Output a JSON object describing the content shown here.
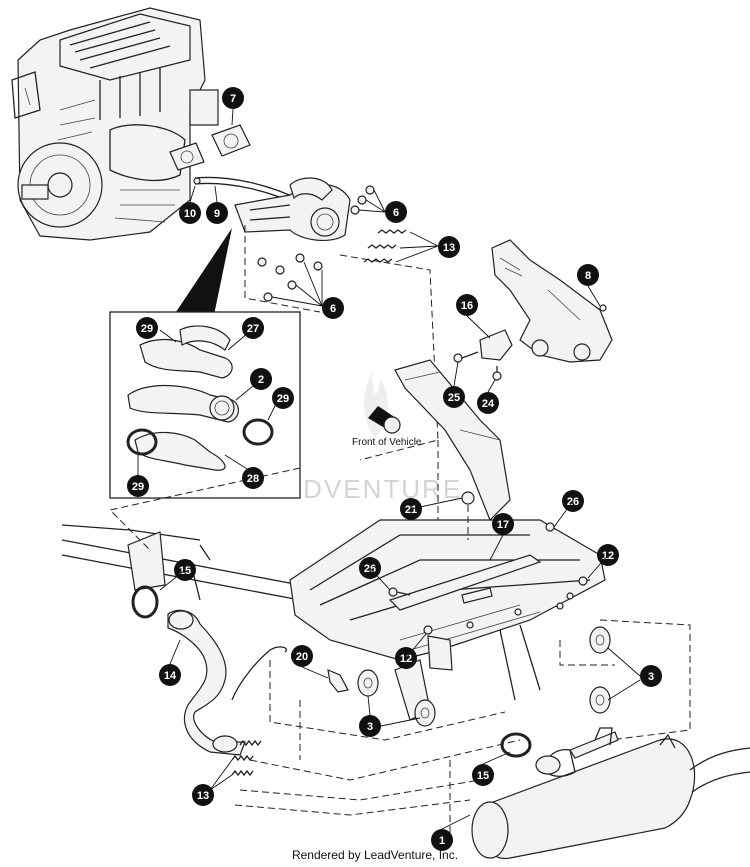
{
  "watermark_text": "LEADVENTURE",
  "front_label": "Front of Vehicle",
  "footer_credit": "Rendered by LeadVenture, Inc.",
  "callouts": [
    "7",
    "10",
    "9",
    "6",
    "13",
    "6",
    "8",
    "16",
    "25",
    "24",
    "29",
    "27",
    "2",
    "29",
    "28",
    "29",
    "21",
    "26",
    "17",
    "12",
    "15",
    "26",
    "14",
    "20",
    "12",
    "3",
    "3",
    "15",
    "13",
    "1"
  ]
}
